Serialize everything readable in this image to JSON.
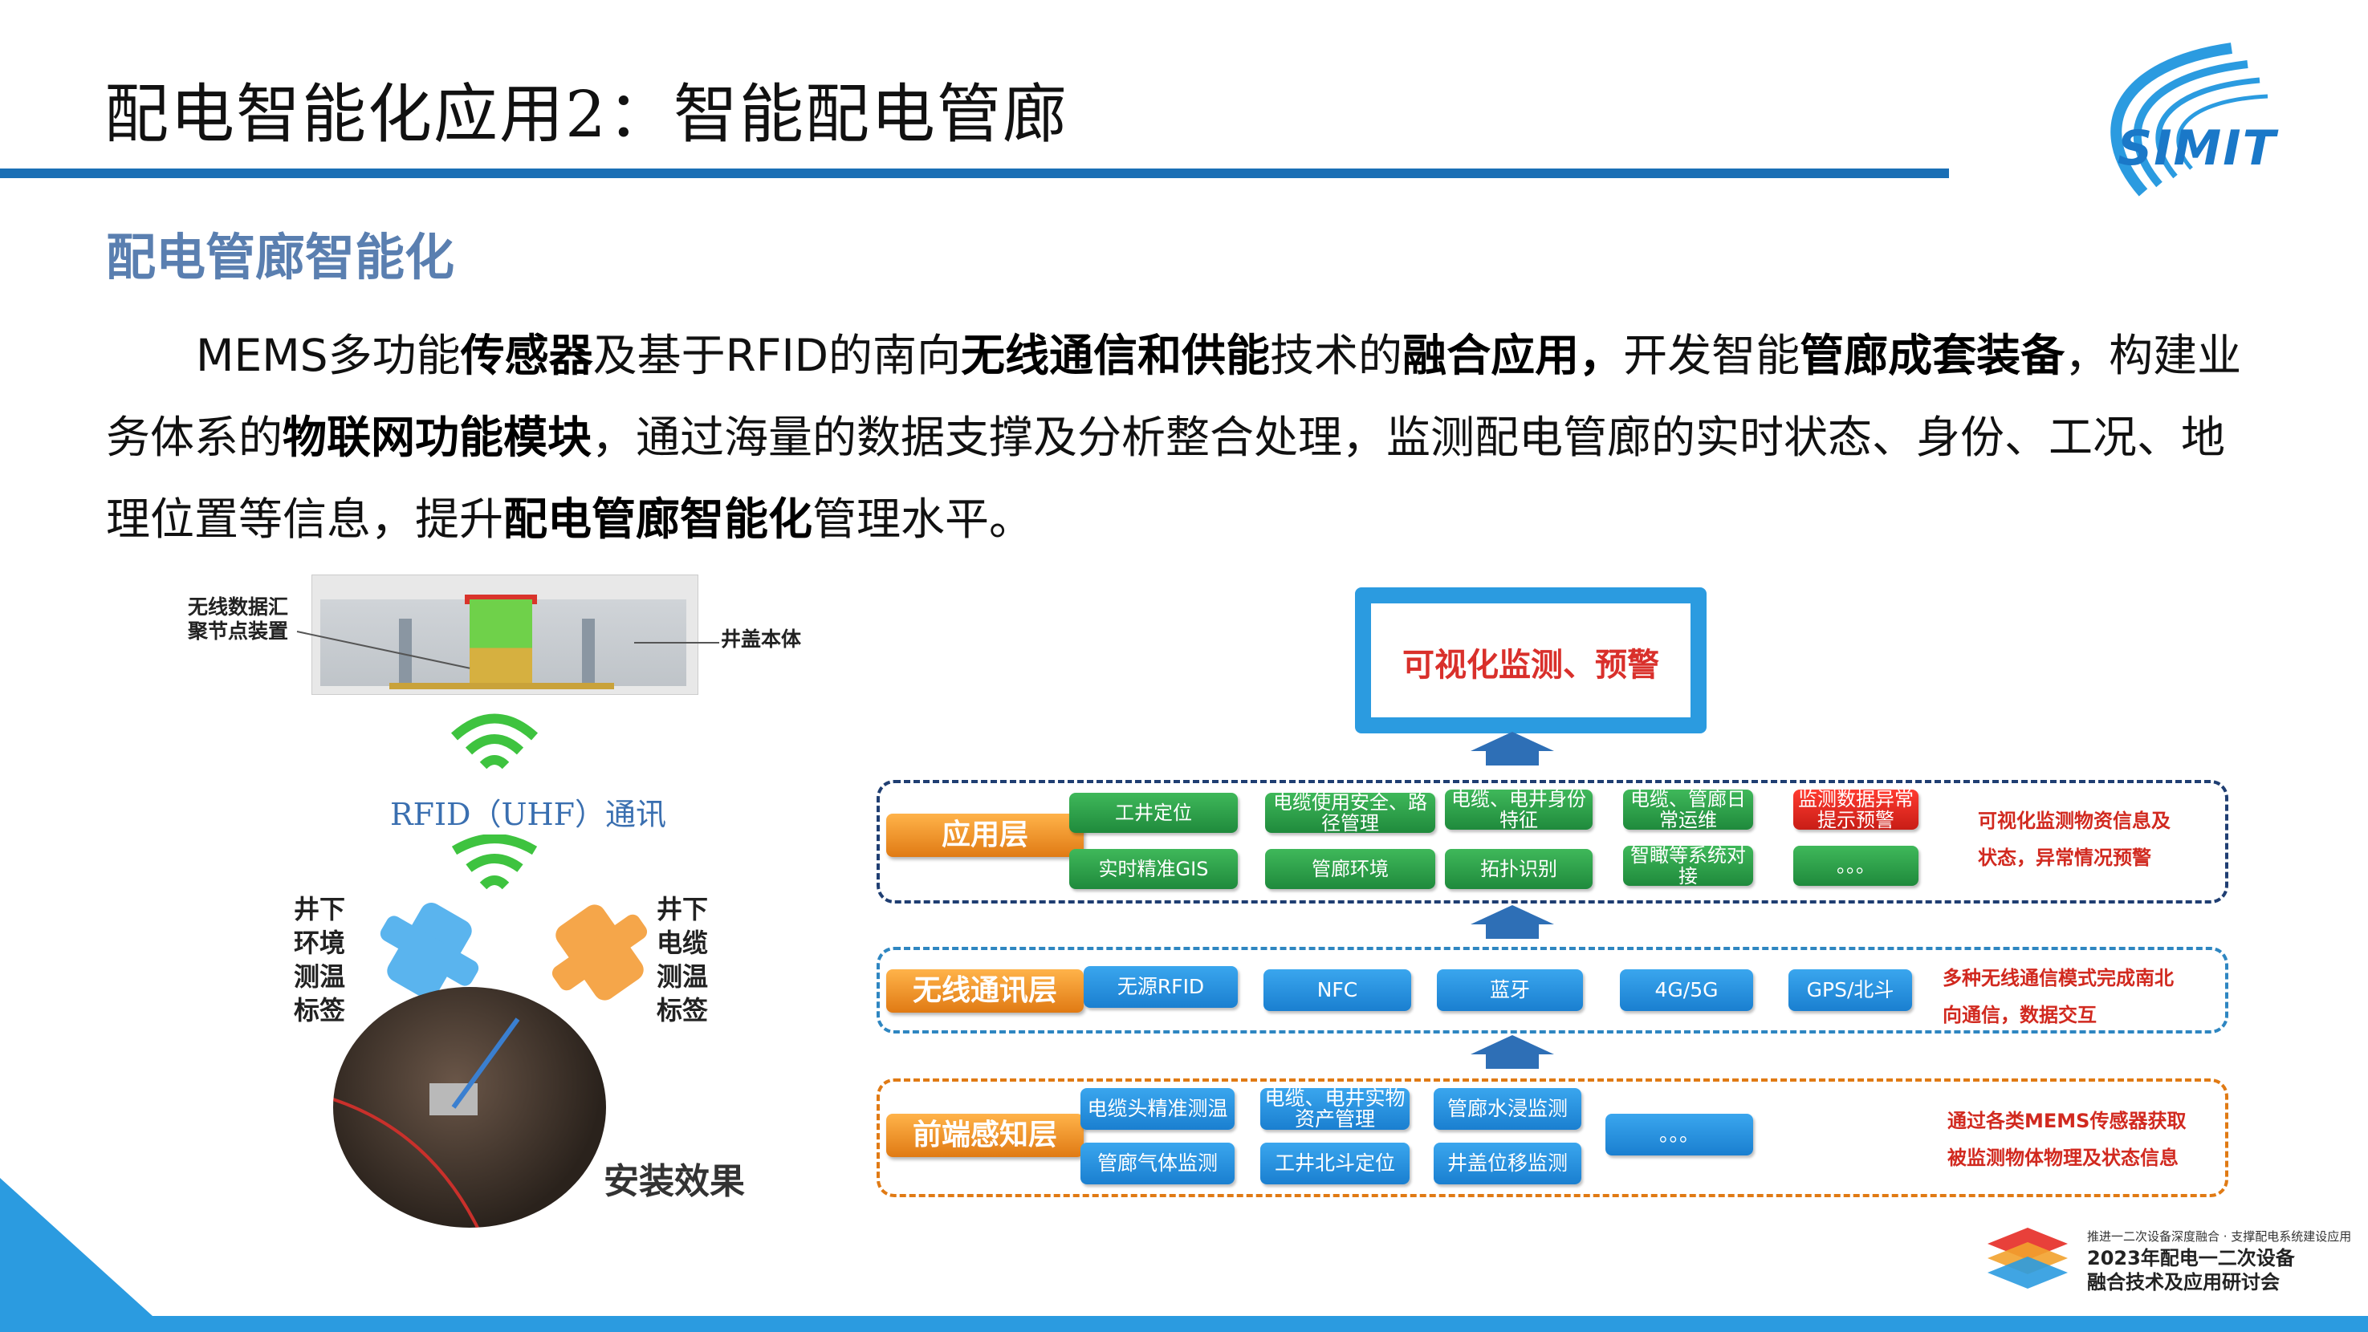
{
  "header": {
    "title": "配电智能化应用2：智能配电管廊",
    "logo_text": "SIMIT"
  },
  "section": {
    "subtitle": "配电管廊智能化",
    "para": [
      {
        "t": "MEMS多功能",
        "b": false
      },
      {
        "t": "传感器",
        "b": true
      },
      {
        "t": "及基于RFID的南向",
        "b": false
      },
      {
        "t": "无线通信和供能",
        "b": true
      },
      {
        "t": "技术的",
        "b": false
      },
      {
        "t": "融合应用，",
        "b": true
      },
      {
        "t": "开发智能",
        "b": false
      },
      {
        "t": "管廊成套装备",
        "b": true
      },
      {
        "t": "，构建业务体系的",
        "b": false
      },
      {
        "t": "物联网功能模块",
        "b": true
      },
      {
        "t": "，通过海量的数据支撑及分析整合处理，监测配电管廊的实时状态、身份、工况、地理位置等信息，提升",
        "b": false
      },
      {
        "t": "配电管廊智能化",
        "b": true
      },
      {
        "t": "管理水平。",
        "b": false
      }
    ]
  },
  "illustration": {
    "node_label_1": "无线数据汇",
    "node_label_2": "聚节点装置",
    "cover_label": "井盖本体",
    "rfid_label": "RFID（UHF）通讯",
    "tag_left": [
      "井下",
      "环境",
      "测温",
      "标签"
    ],
    "tag_right": [
      "井下",
      "电缆",
      "测温",
      "标签"
    ],
    "install_label": "安装效果"
  },
  "diagram": {
    "monitor_text": "可视化监测、预警",
    "app_layer": {
      "label": "应用层",
      "row1": [
        "工井定位",
        "电缆使用安全、路径管理",
        "电缆、电井身份特征",
        "电缆、管廊日常运维",
        "监测数据异常提示预警"
      ],
      "row2": [
        "实时精准GIS",
        "管廊环境",
        "拓扑识别",
        "智瞰等系统对接",
        "。。。"
      ],
      "note": [
        "可视化监测物资信息及",
        "状态，异常情况预警"
      ]
    },
    "comm_layer": {
      "label": "无线通讯层",
      "items": [
        "无源RFID",
        "NFC",
        "蓝牙",
        "4G/5G",
        "GPS/北斗"
      ],
      "note": [
        "多种无线通信模式完成南北",
        "向通信，数据交互"
      ]
    },
    "sense_layer": {
      "label": "前端感知层",
      "row1": [
        "电缆头精准测温",
        "电缆、电井实物资产管理",
        "管廊水浸监测",
        "。。。"
      ],
      "row2": [
        "管廊气体监测",
        "工井北斗定位",
        "井盖位移监测"
      ],
      "note": [
        "通过各类MEMS传感器获取",
        "被监测物体物理及状态信息"
      ]
    },
    "colors": {
      "app_border": "#1f3e72",
      "comm_border": "#2e86c1",
      "sense_border": "#e07a14",
      "green": "#2a9a48",
      "blue": "#2b8fe0",
      "red": "#d9302b",
      "orange": "#f29a2e"
    }
  },
  "footer": {
    "conf_line1": "推进一二次设备深度融合 · 支撑配电系统建设应用",
    "conf_line2": "2023年配电一二次设备",
    "conf_line3": "融合技术及应用研讨会"
  }
}
